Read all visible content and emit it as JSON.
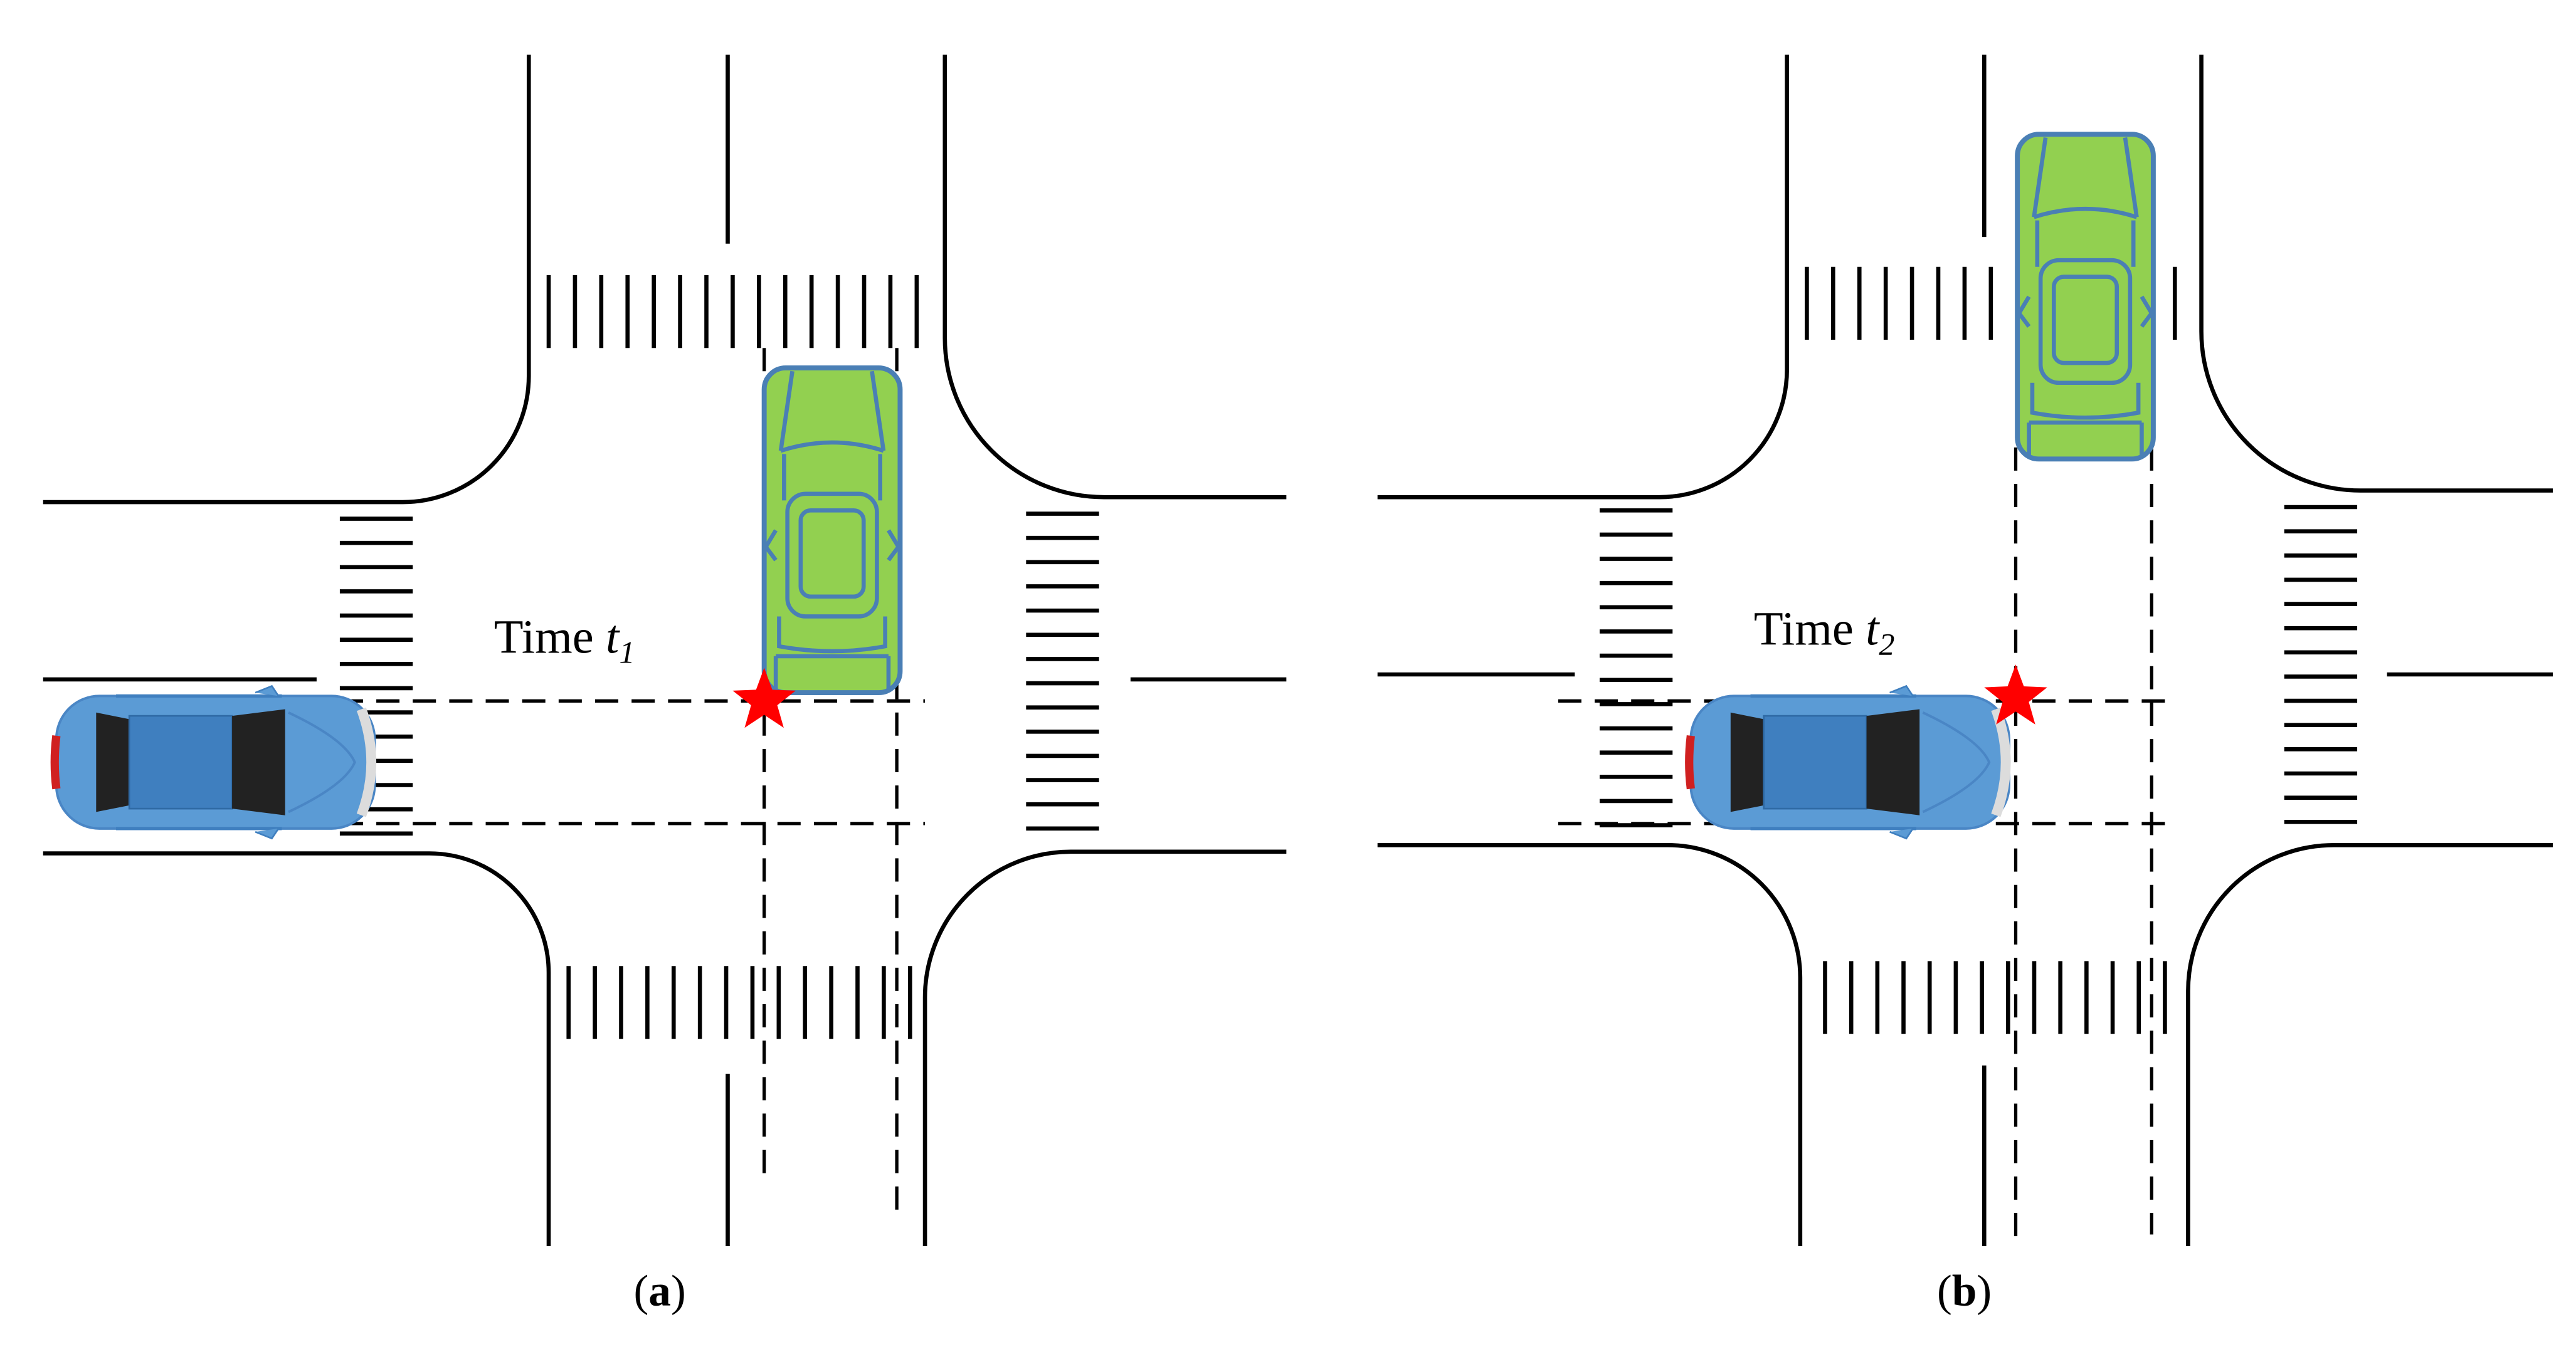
{
  "panels": [
    {
      "id": "a",
      "time_label": "Time ",
      "time_var": "t",
      "time_sub": "1",
      "caption_open": "(",
      "caption_letter": "a",
      "caption_close": ")"
    },
    {
      "id": "b",
      "time_label": "Time ",
      "time_var": "t",
      "time_sub": "2",
      "caption_open": "(",
      "caption_letter": "b",
      "caption_close": ")"
    }
  ],
  "colors": {
    "road_line": "#000000",
    "blue_car_body": "#5b9bd5",
    "blue_car_dark": "#3f7fbf",
    "blue_car_window": "#222222",
    "green_car_body": "#92d050",
    "green_car_outline": "#4a7fb5",
    "conflict_star": "#ff0000"
  },
  "icons": {
    "conflict_point": "red-star-icon",
    "ego_vehicle": "blue-car-icon",
    "other_vehicle": "green-car-icon"
  }
}
